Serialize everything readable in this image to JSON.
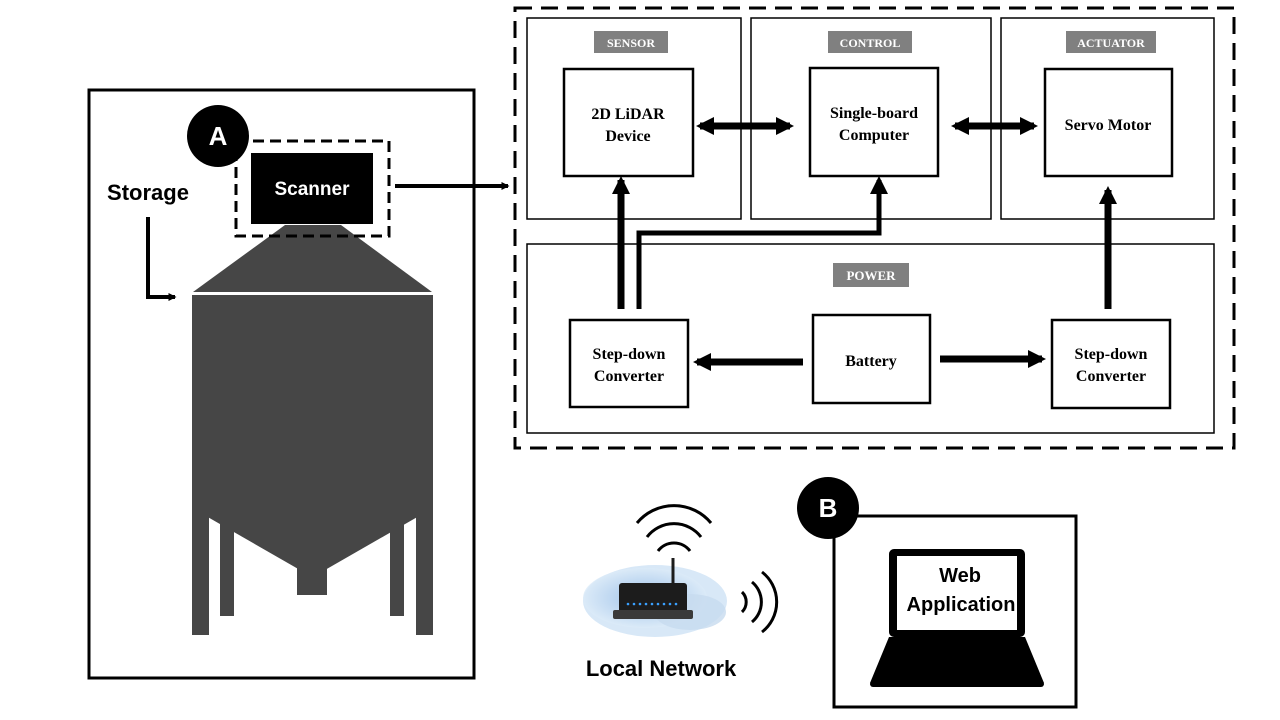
{
  "labels": {
    "storage": "Storage",
    "scanner": "Scanner",
    "marker_a": "A",
    "marker_b": "B",
    "local_network": "Local Network",
    "web_app_line1": "Web",
    "web_app_line2": "Application"
  },
  "sections": {
    "sensor": "SENSOR",
    "control": "CONTROL",
    "actuator": "ACTUATOR",
    "power": "POWER"
  },
  "blocks": {
    "lidar": [
      "2D LiDAR",
      "Device"
    ],
    "sbc": [
      "Single-board",
      "Computer"
    ],
    "servo": "Servo Motor",
    "stepdown_left": [
      "Step-down",
      "Converter"
    ],
    "battery": "Battery",
    "stepdown_right": [
      "Step-down",
      "Converter"
    ]
  },
  "colors": {
    "silo": "#464646",
    "section_tag": "#808080",
    "router_glow": "#bcd7ef"
  },
  "icons": [
    "silo-icon",
    "router-icon",
    "wifi-icon",
    "laptop-icon"
  ]
}
